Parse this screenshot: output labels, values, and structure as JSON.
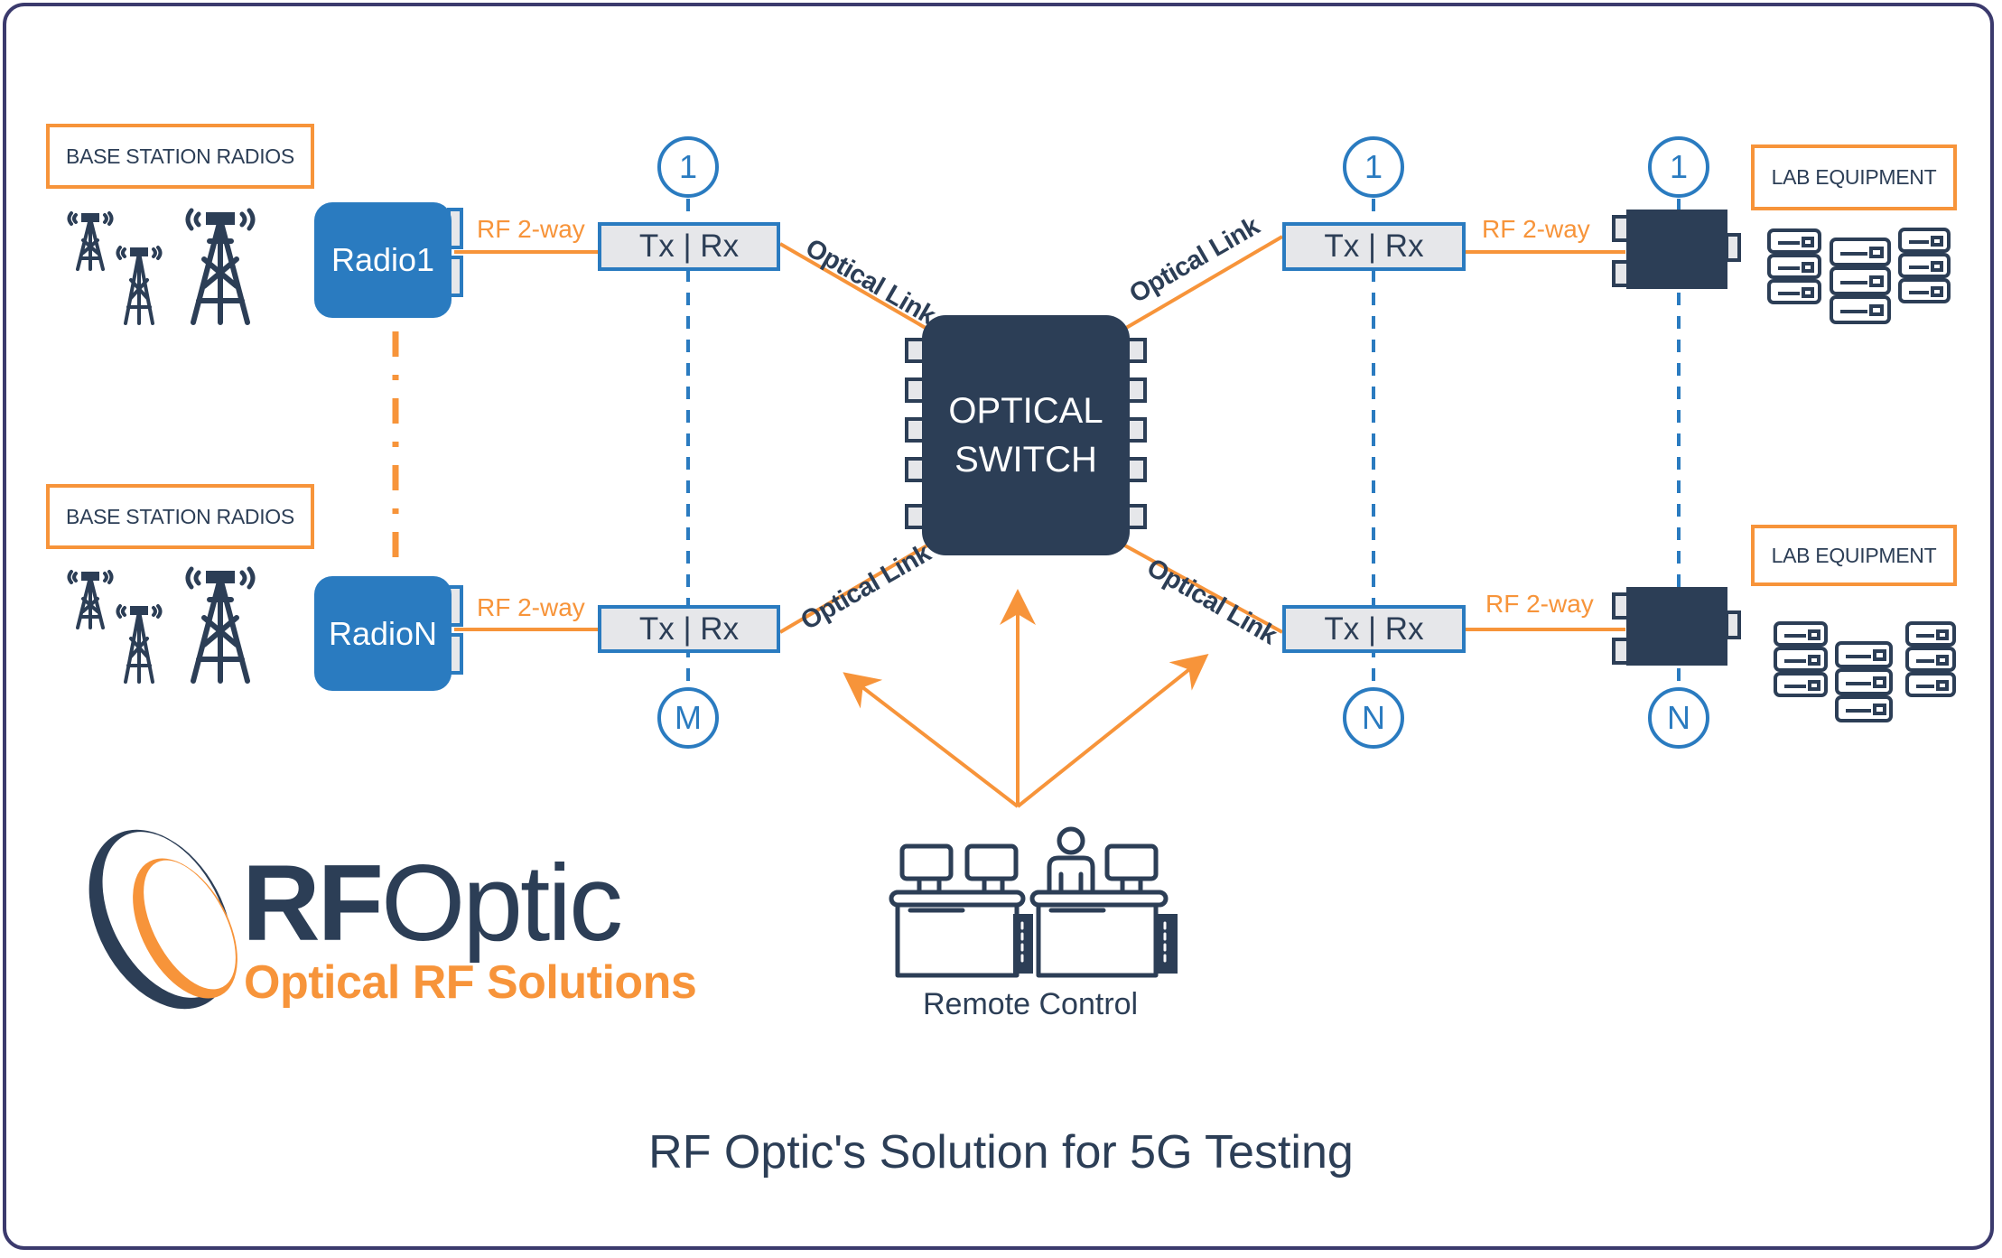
{
  "title": "RF Optic's Solution for 5G Testing",
  "colors": {
    "navy": "#2c3e56",
    "blue": "#2a7bc0",
    "orange": "#f7943a",
    "frame": "#3b3a6d",
    "port_fill": "#e6e7ea"
  },
  "left": {
    "groups": [
      {
        "tag": "BASE STATION RADIOS",
        "radio": "Radio1",
        "rf_label": "RF 2-way",
        "txrx": "Tx | Rx",
        "index": "1",
        "link": "Optical Link"
      },
      {
        "tag": "BASE STATION RADIOS",
        "radio": "RadioN",
        "rf_label": "RF 2-way",
        "txrx": "Tx | Rx",
        "index": "M",
        "link": "Optical Link"
      }
    ]
  },
  "switch": {
    "line1": "OPTICAL",
    "line2": "SWITCH"
  },
  "right": {
    "groups": [
      {
        "link": "Optical Link",
        "txrx": "Tx | Rx",
        "index": "1",
        "rf_label": "RF 2-way",
        "device_index": "1",
        "tag": "LAB EQUIPMENT"
      },
      {
        "link": "Optical Link",
        "txrx": "Tx | Rx",
        "index": "N",
        "rf_label": "RF 2-way",
        "device_index": "N",
        "tag": "LAB EQUIPMENT"
      }
    ]
  },
  "remote": {
    "label": "Remote Control"
  },
  "logo": {
    "brand_bold": "RF",
    "brand_light": "Optic",
    "tagline": "Optical RF Solutions"
  }
}
